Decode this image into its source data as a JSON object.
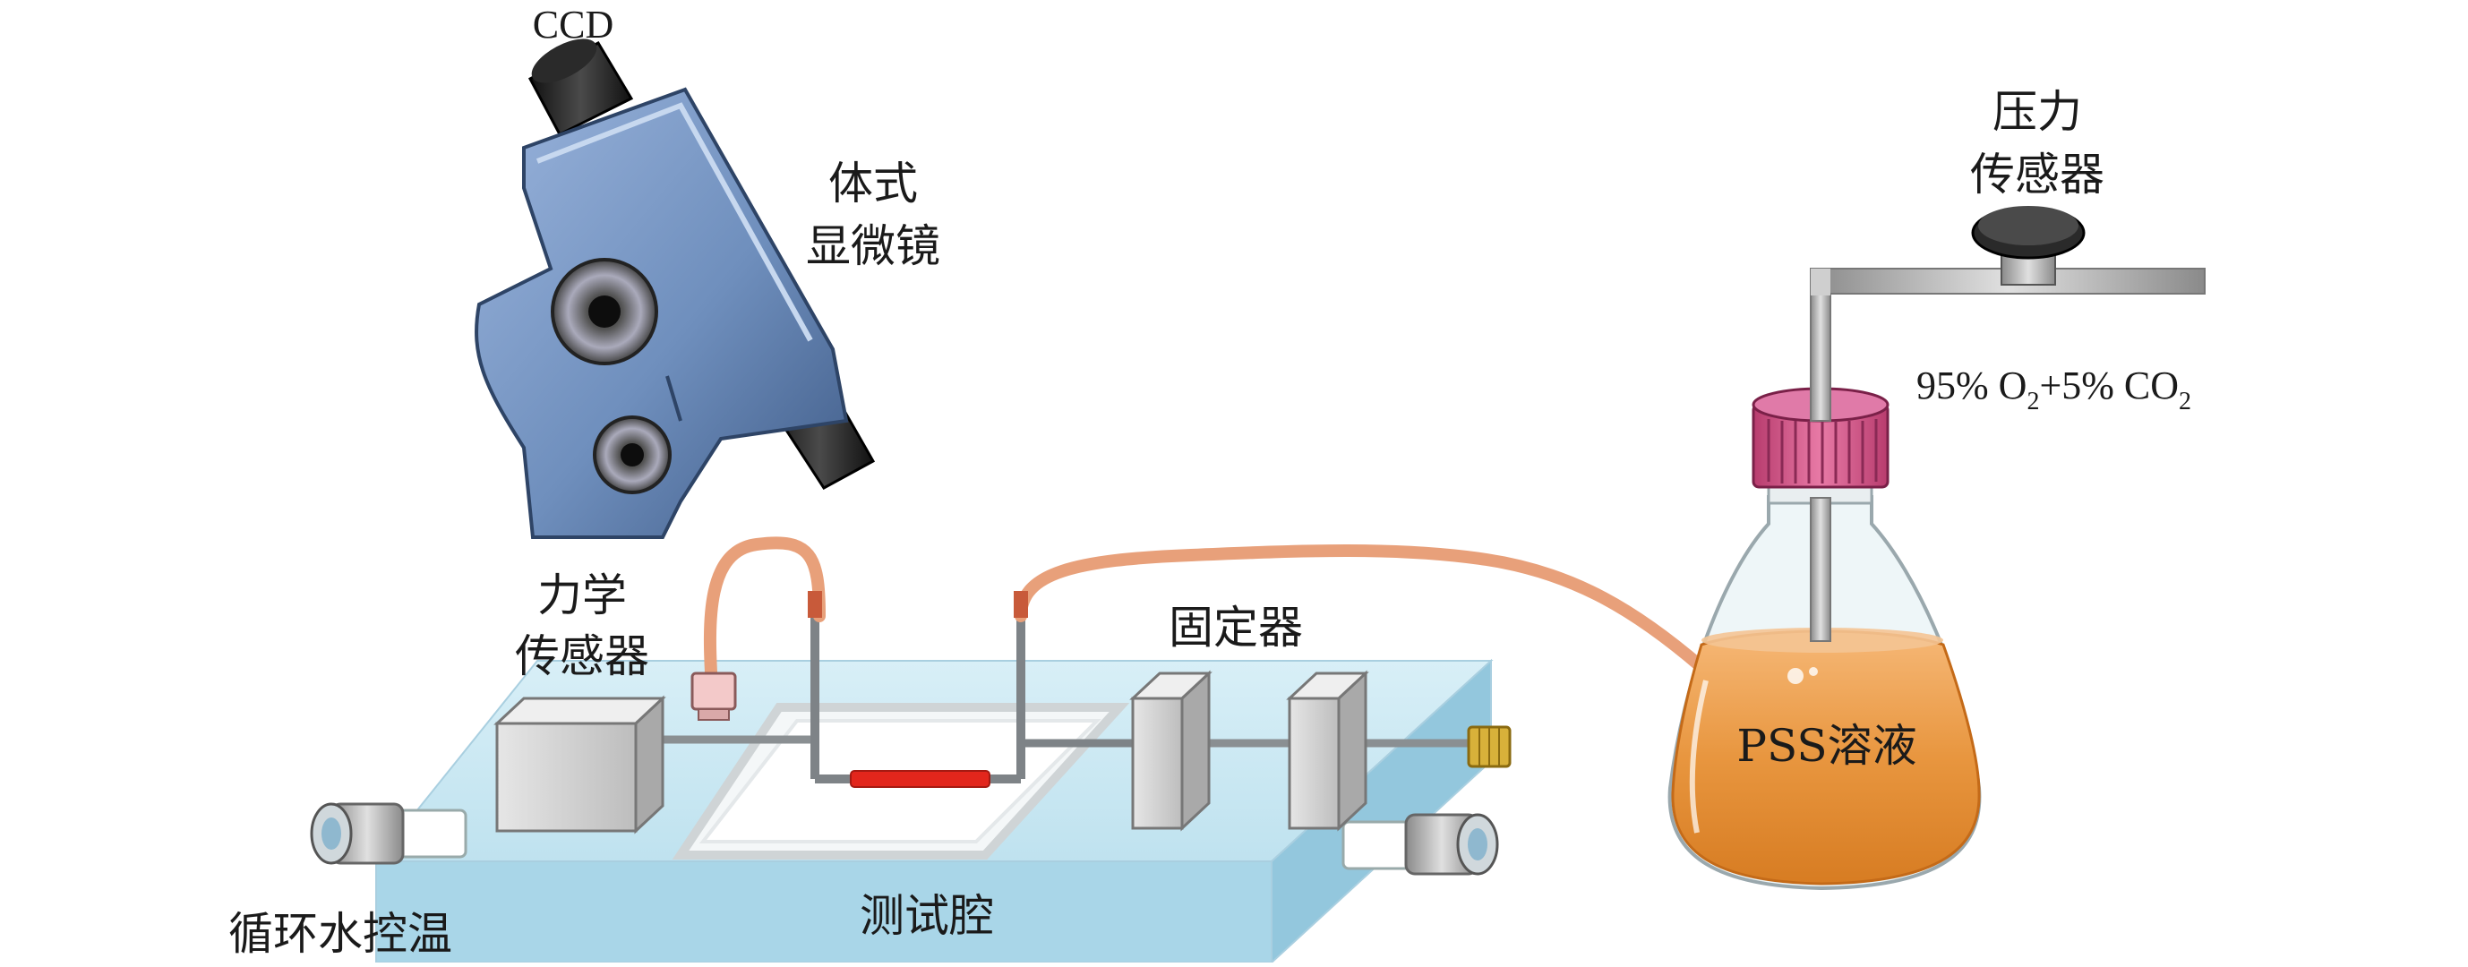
{
  "labels": {
    "ccd": "CCD",
    "stereo_microscope_line1": "体式",
    "stereo_microscope_line2": "显微镜",
    "pressure_sensor_line1": "压力",
    "pressure_sensor_line2": "传感器",
    "gas_part1": "95% O",
    "gas_sub1": "2",
    "gas_part2": "+5% CO",
    "gas_sub2": "2",
    "force_sensor_line1": "力学",
    "force_sensor_line2": "传感器",
    "fixture": "固定器",
    "pss_solution": "PSS溶液",
    "test_chamber": "测试腔",
    "water_temp_control": "循环水控温"
  },
  "colors": {
    "microscope_body": "#6f8fbd",
    "tubing": "#e8a07a",
    "bath": "#c6e6f2",
    "liquid": "#e8963f",
    "cap": "#d45c8c",
    "vessel_sample": "#e2261c"
  }
}
